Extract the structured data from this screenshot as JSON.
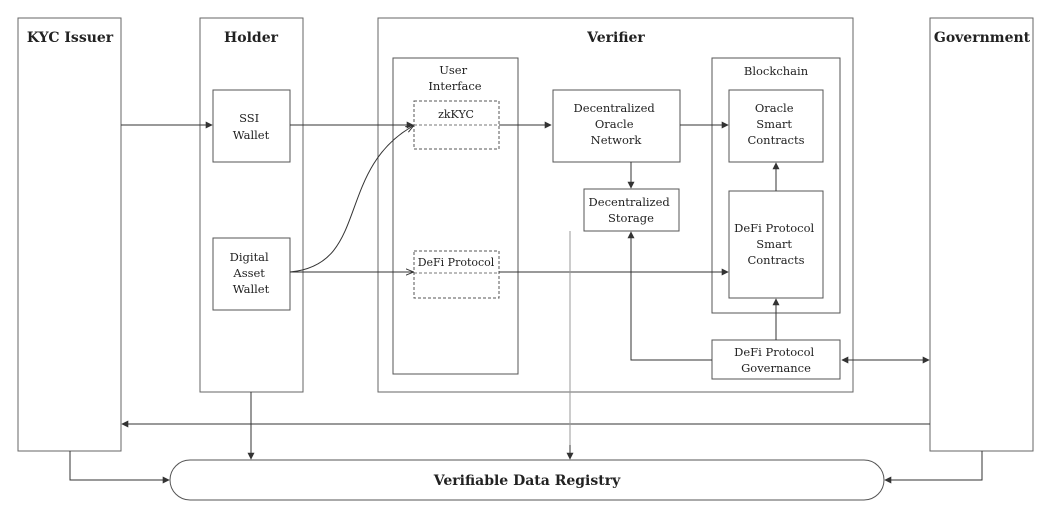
{
  "lanes": {
    "kyc_issuer": "KYC Issuer",
    "holder": "Holder",
    "verifier": "Verifier",
    "government": "Government"
  },
  "holder": {
    "ssi_wallet": [
      "SSI",
      "Wallet"
    ],
    "digital_asset_wallet": [
      "Digital",
      "Asset",
      "Wallet"
    ]
  },
  "verifier": {
    "user_interface": {
      "title": [
        "User",
        "Interface"
      ],
      "zkkyc": "zkKYC",
      "defi_protocol": "DeFi Protocol"
    },
    "oracle_network": [
      "Decentralized",
      "Oracle",
      "Network"
    ],
    "storage": [
      "Decentralized",
      "Storage"
    ],
    "blockchain": {
      "title": "Blockchain",
      "oracle_contracts": [
        "Oracle",
        "Smart",
        "Contracts"
      ],
      "defi_contracts": [
        "DeFi Protocol",
        "Smart",
        "Contracts"
      ]
    },
    "governance": [
      "DeFi Protocol",
      "Governance"
    ]
  },
  "registry": "Verifiable Data Registry"
}
